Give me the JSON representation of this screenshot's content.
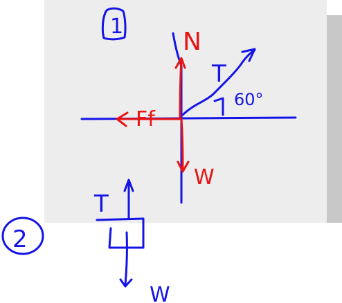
{
  "colors": {
    "blue_ink": "#1414e6",
    "red_ink": "#e61414",
    "panel_bg": "#ededed",
    "scrollbar_thumb": "#c8c8c8"
  },
  "sketch": {
    "label_1": "1",
    "label_2": "2",
    "force_N": "N",
    "force_T": "T",
    "force_W": "W",
    "force_Ff": "Ff",
    "angle": "60°",
    "block_T": "T",
    "block_W": "W"
  }
}
